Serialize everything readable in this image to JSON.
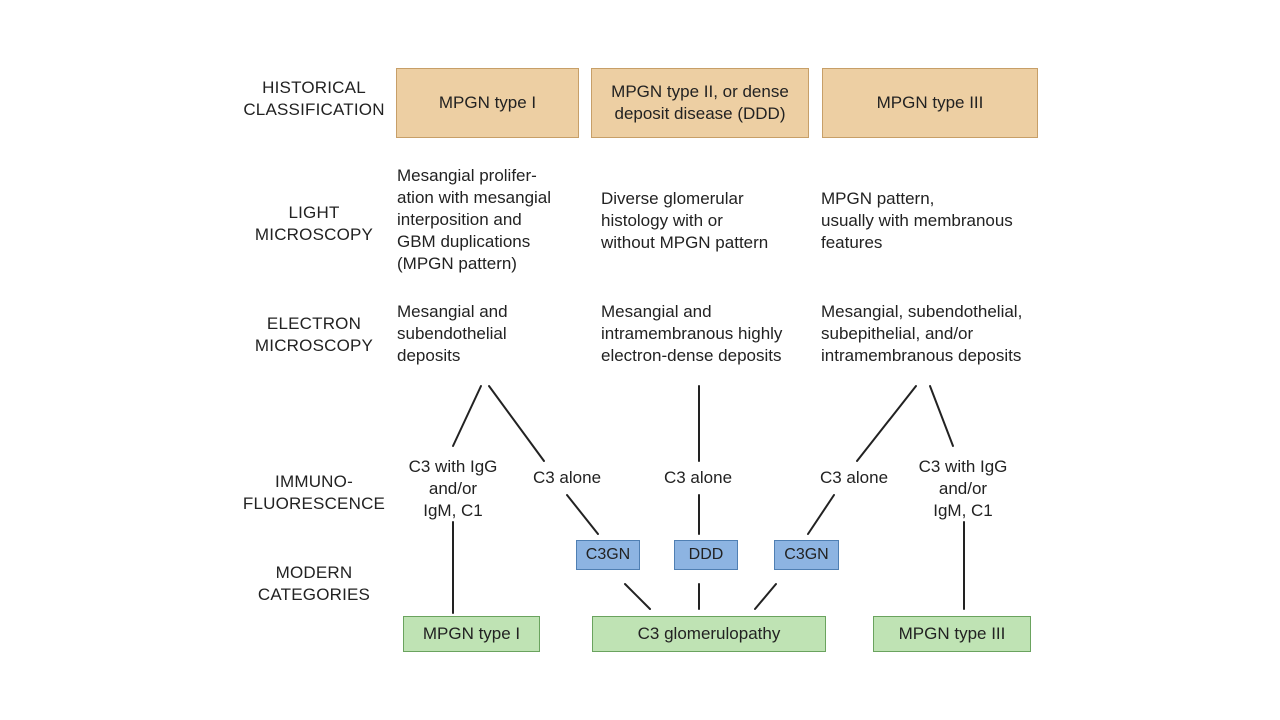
{
  "rows": {
    "historical": [
      "HISTORICAL",
      "CLASSIFICATION"
    ],
    "light": [
      "LIGHT",
      "MICROSCOPY"
    ],
    "electron": [
      "ELECTRON",
      "MICROSCOPY"
    ],
    "immuno": [
      "IMMUNO-",
      "FLUORESCENCE"
    ],
    "modern": [
      "MODERN",
      "CATEGORIES"
    ]
  },
  "historical": [
    {
      "lines": [
        "MPGN type I"
      ]
    },
    {
      "lines": [
        "MPGN type II, or dense",
        "deposit disease (DDD)"
      ]
    },
    {
      "lines": [
        "MPGN type III"
      ]
    }
  ],
  "light": [
    {
      "lines": [
        "Mesangial prolifer-",
        "ation with mesangial",
        "interposition and",
        "GBM duplications",
        "(MPGN pattern)"
      ]
    },
    {
      "lines": [
        "Diverse glomerular",
        "histology with or",
        "without MPGN pattern"
      ]
    },
    {
      "lines": [
        "MPGN pattern,",
        "usually with membranous",
        "features"
      ]
    }
  ],
  "electron": [
    {
      "lines": [
        "Mesangial and",
        "subendothelial",
        "deposits"
      ]
    },
    {
      "lines": [
        "Mesangial and",
        "intramembranous highly",
        "electron-dense deposits"
      ]
    },
    {
      "lines": [
        "Mesangial, subendothelial,",
        "subepithelial, and/or",
        "intramembranous deposits"
      ]
    }
  ],
  "immuno": {
    "c3_igg_left": [
      "C3 with IgG",
      "and/or",
      "IgM, C1"
    ],
    "c3_alone_1": "C3 alone",
    "c3_alone_2": "C3 alone",
    "c3_alone_3": "C3 alone",
    "c3_igg_right": [
      "C3 with IgG",
      "and/or",
      "IgM, C1"
    ]
  },
  "sub": {
    "c3gn_left": "C3GN",
    "ddd": "DDD",
    "c3gn_right": "C3GN"
  },
  "modern": {
    "mpgn1": "MPGN type I",
    "c3g": "C3 glomerulopathy",
    "mpgn3": "MPGN type III"
  },
  "colors": {
    "historical_fill": "#EDCFA3",
    "subtype_fill": "#8DB4E2",
    "modern_fill": "#BFE3B4",
    "line": "#222222"
  }
}
